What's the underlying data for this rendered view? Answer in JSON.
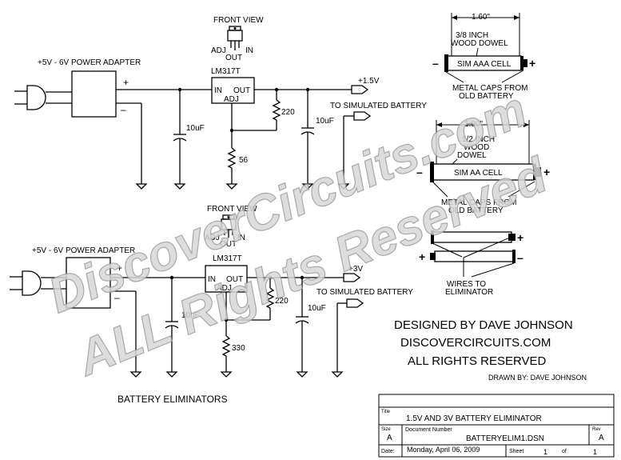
{
  "top": {
    "front_view": "FRONT VIEW",
    "pin_adj": "ADJ",
    "pin_out": "OUT",
    "pin_in": "IN",
    "adapter_label": "+5V - 6V POWER ADAPTER",
    "plus": "+",
    "minus": "–",
    "reg_name": "LM317T",
    "reg_in": "IN",
    "reg_out": "OUT",
    "reg_adj": "ADJ",
    "output_label": "+1.5V",
    "sim_battery_label": "TO SIMULATED BATTERY",
    "cap1": "10uF",
    "cap2": "10uF",
    "r_top": "220",
    "r_bottom": "56"
  },
  "bottom": {
    "front_view": "FRONT VIEW",
    "pin_adj": "ADJ",
    "pin_out": "OUT",
    "pin_in": "IN",
    "adapter_label": "+5V - 6V POWER ADAPTER",
    "plus": "+",
    "minus": "–",
    "reg_name": "LM317T",
    "reg_in": "IN",
    "reg_out": "OUT",
    "reg_adj": "ADJ",
    "output_label": "+3V",
    "sim_battery_label": "TO SIMULATED BATTERY",
    "cap1": "10uF",
    "cap2": "10uF",
    "r_top": "220",
    "r_bottom": "330"
  },
  "aaa_cell": {
    "length": "1.60\"",
    "dowel_line1": "3/8 INCH",
    "dowel_line2": "WOOD DOWEL",
    "cell_label": "SIM AAA CELL",
    "minus": "–",
    "plus": "+",
    "caps_line1": "METAL CAPS FROM",
    "caps_line2": "OLD BATTERY"
  },
  "aa_cell": {
    "length": "1.90\"",
    "dowel_line1": "1/2 INCH",
    "dowel_line2": "WOOD",
    "dowel_line3": "DOWEL",
    "cell_label": "SIM AA CELL",
    "minus": "–",
    "plus": "+",
    "caps_line1": "METAL CAPS FROM",
    "caps_line2": "OLD BATTERY"
  },
  "dual_cells": {
    "plus_right": "+",
    "plus_left": "+",
    "minus_right": "–",
    "wires_line1": "WIRES TO",
    "wires_line2": "ELIMINATOR"
  },
  "credits": {
    "line1": "DESIGNED BY DAVE JOHNSON",
    "line2": "DISCOVERCIRCUITS.COM",
    "line3": "ALL RIGHTS RESERVED",
    "drawn_by": "DRAWN BY: DAVE JOHNSON"
  },
  "caption": "BATTERY ELIMINATORS",
  "title_block": {
    "title_label": "Title",
    "title_value": "1.5V AND 3V BATTERY ELIMINATOR",
    "size_label": "Size",
    "size_value": "A",
    "docnum_label": "Document Number",
    "docnum_value": "BATTERYELIM1.DSN",
    "rev_label": "Rev",
    "rev_value": "A",
    "date_label": "Date:",
    "date_value": "Monday, April 06, 2009",
    "sheet_label": "Sheet",
    "sheet_num": "1",
    "of_label": "of",
    "sheet_total": "1"
  },
  "watermark": {
    "line1": "DiscoverCircuits.com",
    "line2": "ALL Rights Reserved"
  }
}
